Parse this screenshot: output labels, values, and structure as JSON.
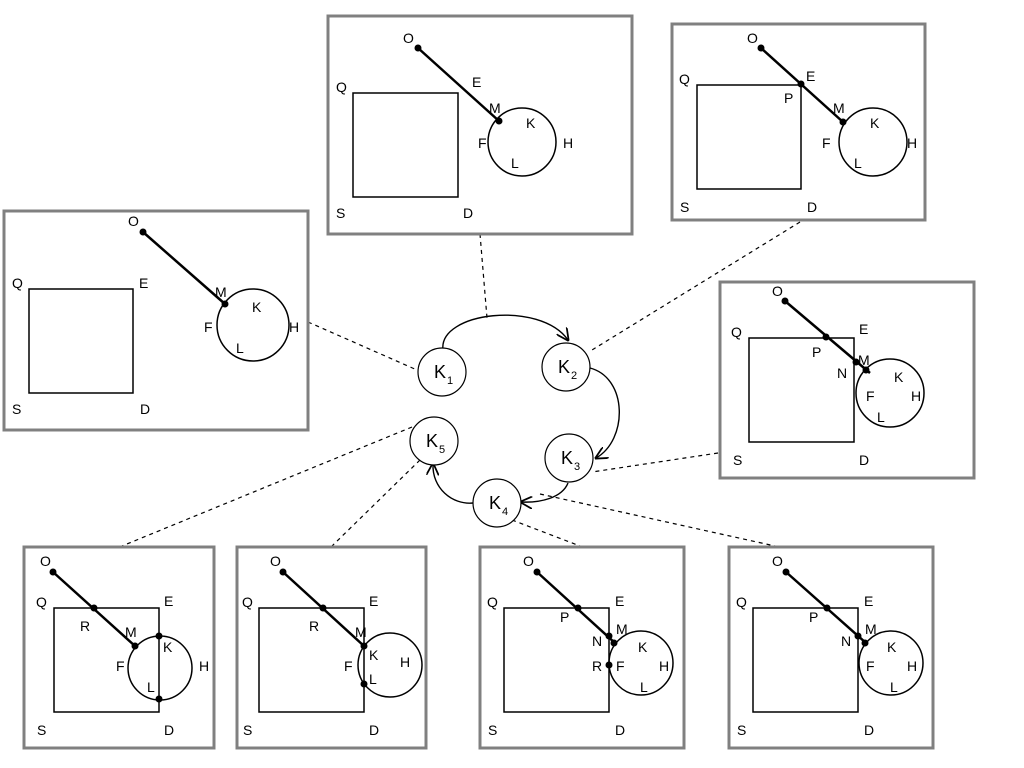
{
  "states": [
    {
      "id": "k1",
      "label": "K",
      "sub": "1"
    },
    {
      "id": "k2",
      "label": "K",
      "sub": "2"
    },
    {
      "id": "k3",
      "label": "K",
      "sub": "3"
    },
    {
      "id": "k4",
      "label": "K",
      "sub": "4"
    },
    {
      "id": "k5",
      "label": "K",
      "sub": "5"
    }
  ],
  "panels": [
    {
      "id": "k1-config",
      "state": "k1",
      "labels": [
        "O",
        "Q",
        "E",
        "M",
        "K",
        "F",
        "H",
        "L",
        "S",
        "D"
      ]
    },
    {
      "id": "k2-config-a",
      "state": "k2",
      "labels": [
        "O",
        "Q",
        "E",
        "M",
        "K",
        "F",
        "H",
        "L",
        "S",
        "D"
      ]
    },
    {
      "id": "k2-config-b",
      "state": "k2",
      "labels": [
        "O",
        "Q",
        "E",
        "P",
        "M",
        "K",
        "F",
        "H",
        "L",
        "S",
        "D"
      ]
    },
    {
      "id": "k3-config",
      "state": "k3",
      "labels": [
        "O",
        "Q",
        "E",
        "P",
        "M",
        "N",
        "K",
        "F",
        "H",
        "L",
        "S",
        "D"
      ]
    },
    {
      "id": "k5-config-a",
      "state": "k5",
      "labels": [
        "O",
        "Q",
        "E",
        "R",
        "M",
        "K",
        "F",
        "H",
        "L",
        "S",
        "D"
      ]
    },
    {
      "id": "k5-config-b",
      "state": "k5",
      "labels": [
        "O",
        "Q",
        "E",
        "R",
        "M",
        "K",
        "F",
        "H",
        "L",
        "S",
        "D"
      ]
    },
    {
      "id": "k4-config-a",
      "state": "k4",
      "labels": [
        "O",
        "Q",
        "E",
        "P",
        "M",
        "N",
        "K",
        "R",
        "F",
        "H",
        "L",
        "S",
        "D"
      ]
    },
    {
      "id": "k4-config-b",
      "state": "k4",
      "labels": [
        "O",
        "Q",
        "E",
        "P",
        "M",
        "N",
        "K",
        "F",
        "H",
        "L",
        "S",
        "D"
      ]
    }
  ]
}
